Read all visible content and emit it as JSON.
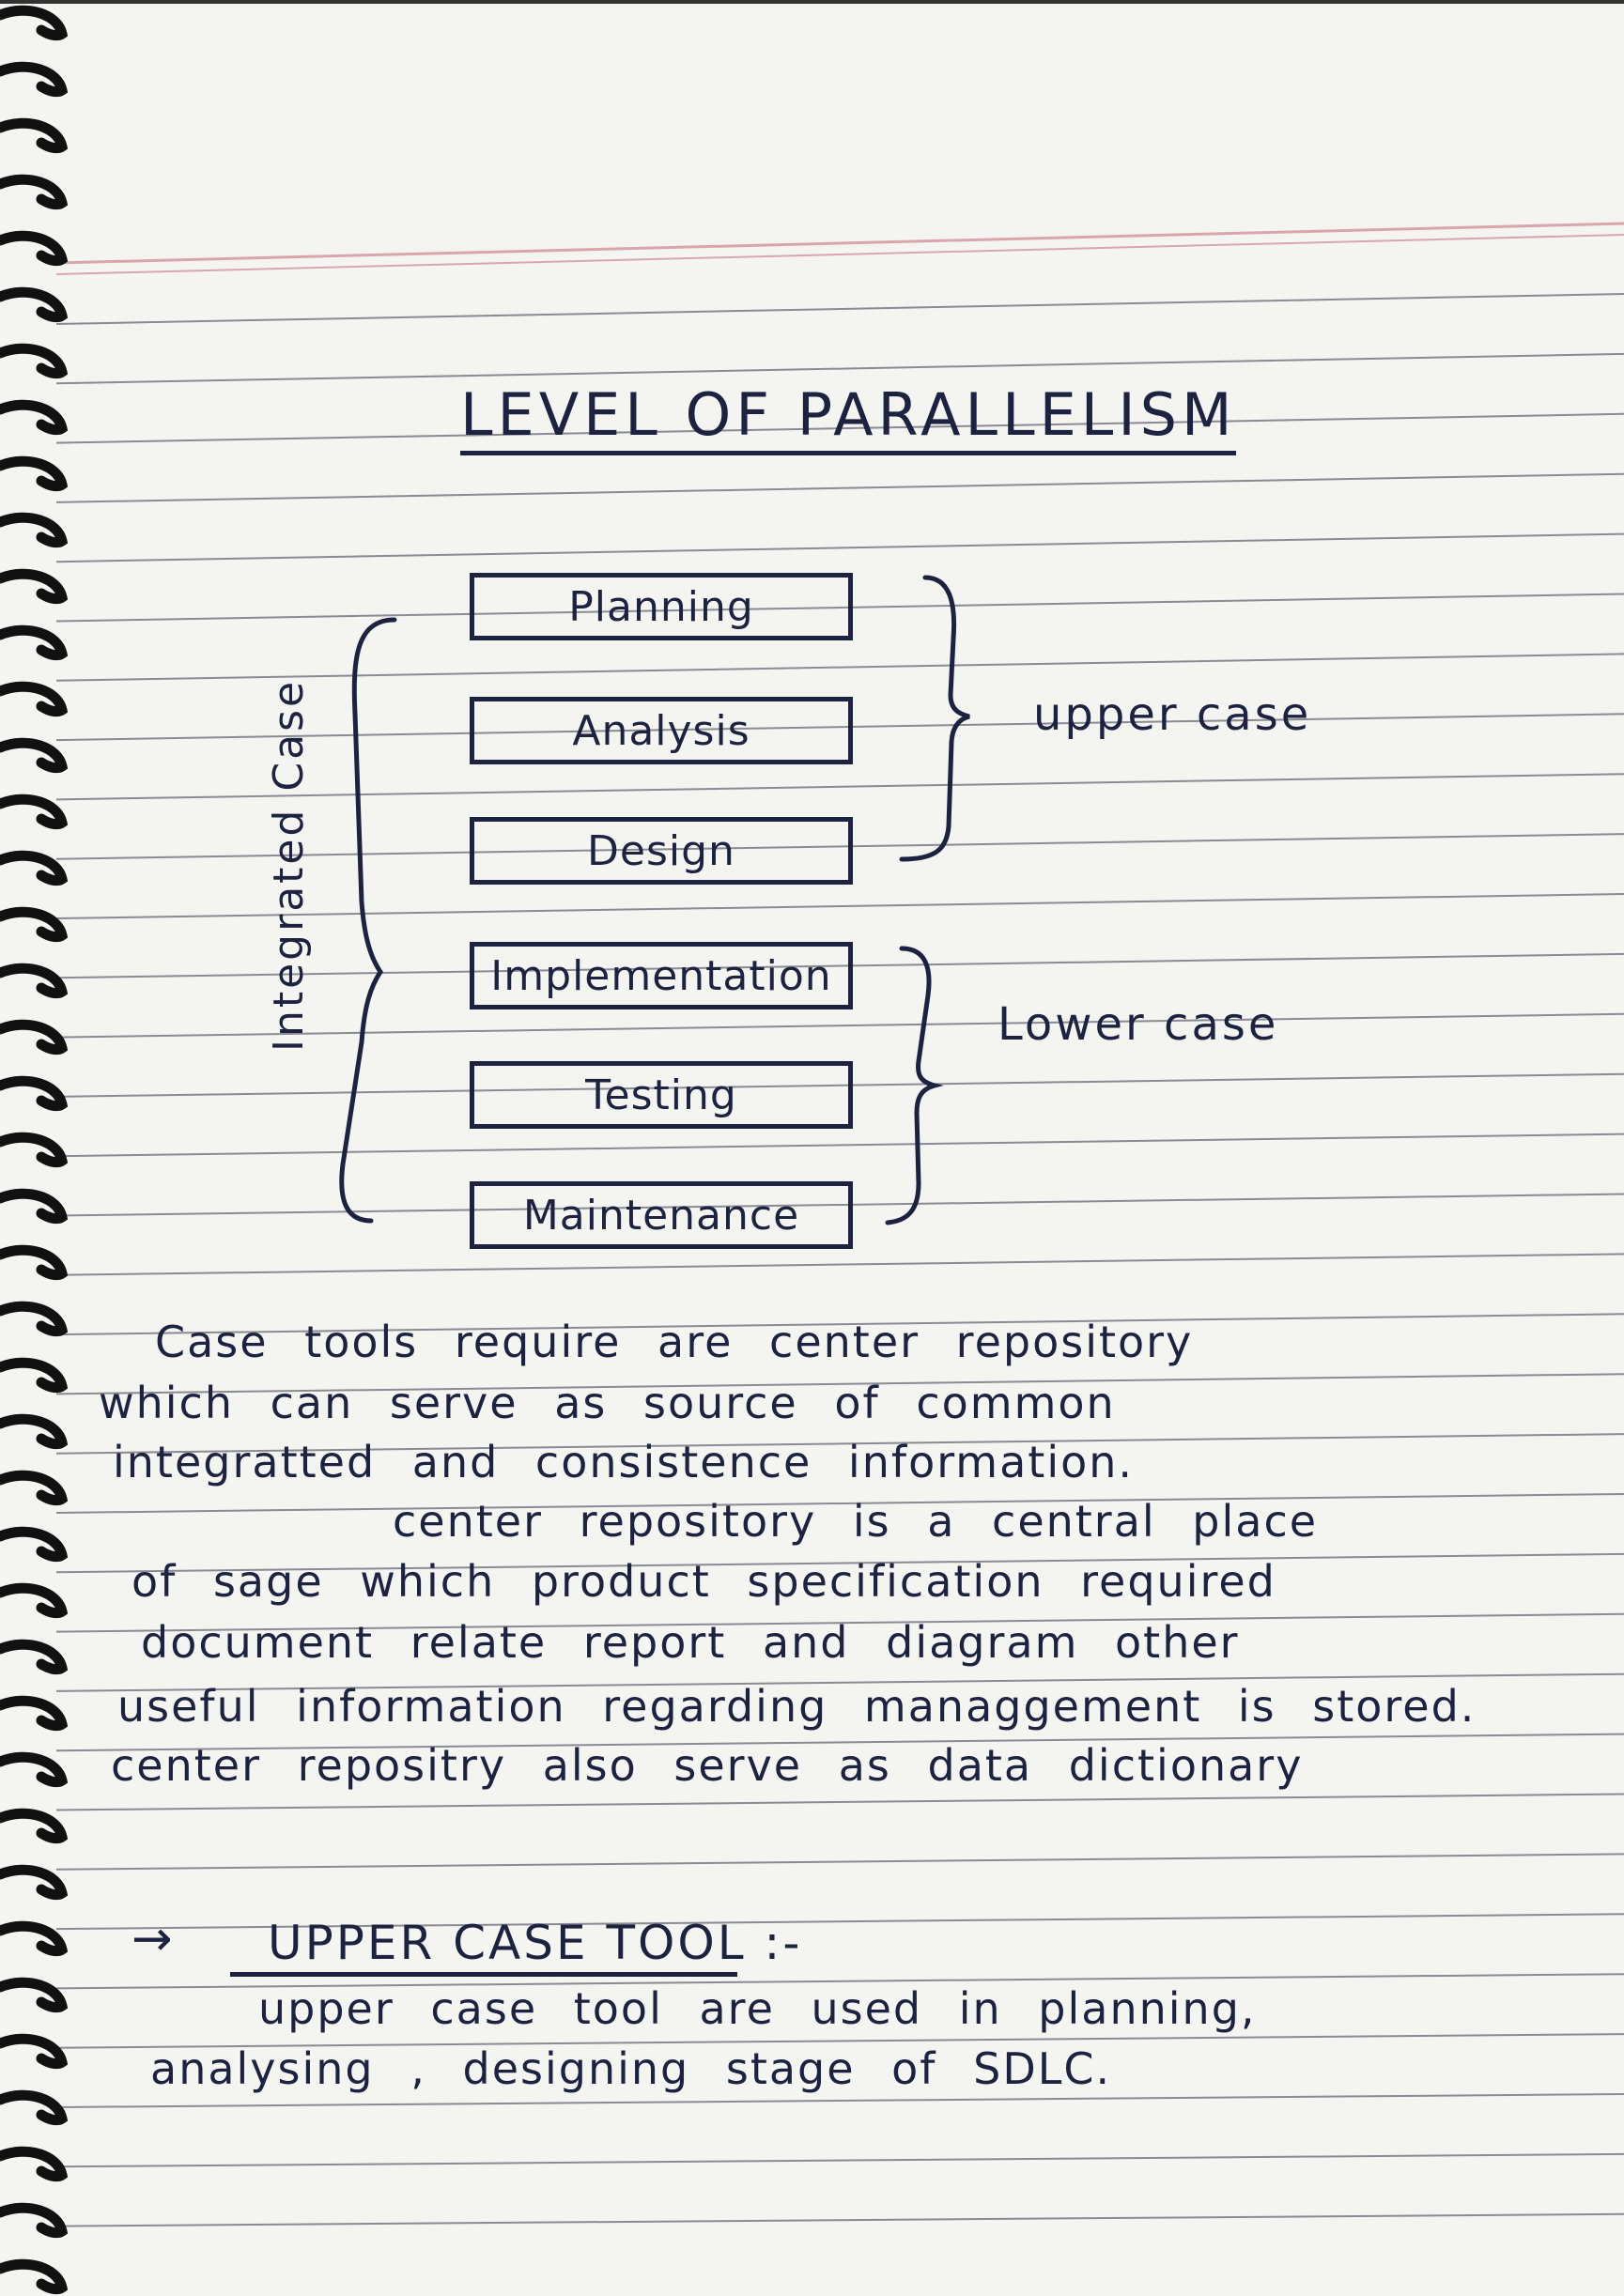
{
  "title": "LEVEL OF PARALLELISM",
  "diagram": {
    "stages": [
      "Planning",
      "Analysis",
      "Design",
      "Implementation",
      "Testing",
      "Maintenance"
    ],
    "left_group_label": "Integrated Case",
    "upper_group_label": "upper case",
    "lower_group_label": "Lower case"
  },
  "paragraph_lines": [
    "Case tools require are center repository",
    "which can serve as source of common",
    "integratted and consistence information.",
    "center repository is a central place",
    "of sage which product specification required",
    "document relate report and diagram other",
    "useful information regarding managgement is stored.",
    "center repositry also serve as data dictionary"
  ],
  "section": {
    "arrow": "→",
    "heading": "UPPER CASE TOOL :-",
    "body_lines": [
      "upper case tool are used in planning,",
      "analysing , designing stage of SDLC."
    ]
  }
}
